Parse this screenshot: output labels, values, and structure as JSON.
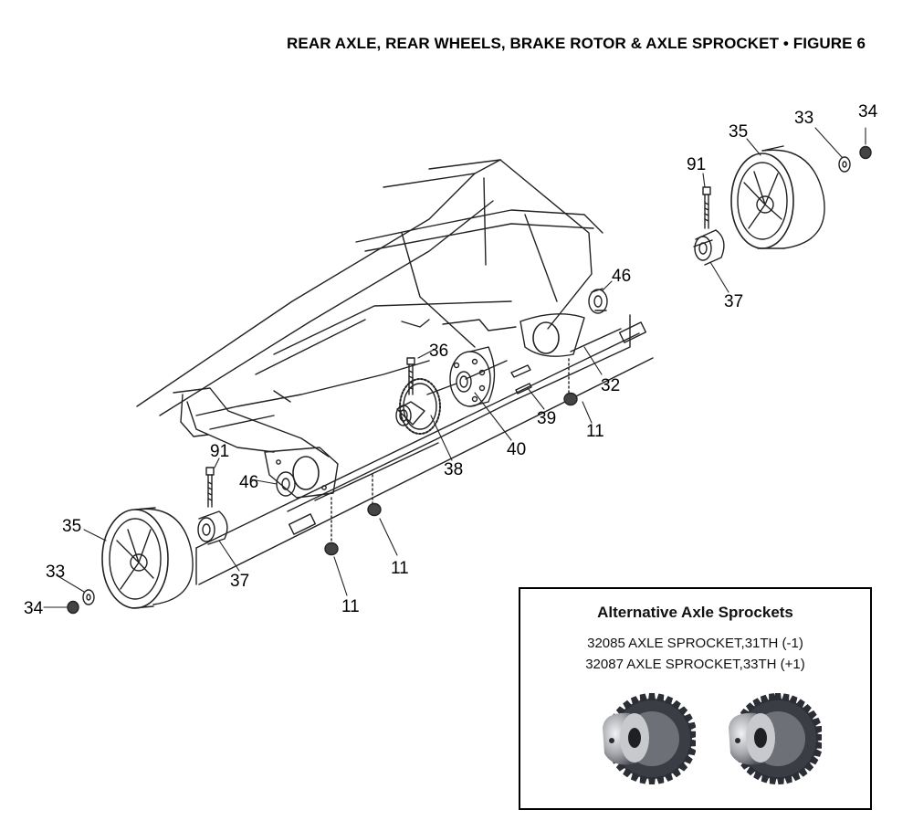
{
  "title": "REAR AXLE, REAR WHEELS, BRAKE ROTOR & AXLE SPROCKET  •  FIGURE 6",
  "callouts": {
    "c34_top": "34",
    "c33_top": "33",
    "c35_right": "35",
    "c91_right": "91",
    "c37_right": "37",
    "c46_right": "46",
    "c36": "36",
    "c32": "32",
    "c39": "39",
    "c11_right": "11",
    "c40": "40",
    "c38": "38",
    "c91_left": "91",
    "c46_left": "46",
    "c35_left": "35",
    "c33_left": "33",
    "c34_left": "34",
    "c37_left": "37",
    "c11_mid": "11",
    "c11_left": "11"
  },
  "alternatives": {
    "heading": "Alternative Axle Sprockets",
    "items": [
      "32085 AXLE SPROCKET,31TH (-1)",
      "32087 AXLE SPROCKET,33TH (+1)"
    ]
  },
  "colors": {
    "line": "#222222",
    "metal_light": "#e8e8ea",
    "metal_dark": "#5a5c62",
    "teeth": "#2f3238"
  }
}
